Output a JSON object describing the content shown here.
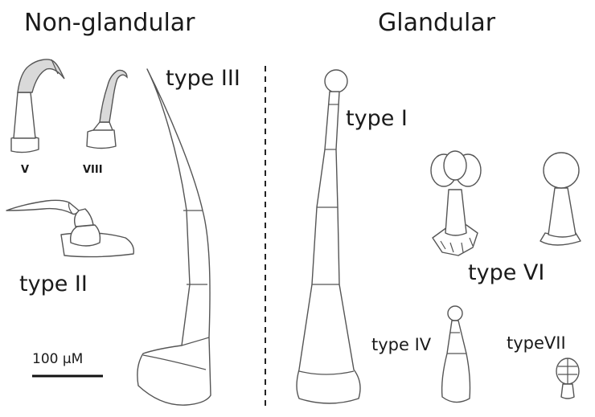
{
  "headings": {
    "left": "Non-glandular",
    "right": "Glandular"
  },
  "labels": {
    "type_v": "V",
    "type_viii": "VIII",
    "type_ii": "type II",
    "type_iii": "type III",
    "type_i": "type I",
    "type_vi": "type VI",
    "type_iv": "type IV",
    "type_vii": "typeVII"
  },
  "scale_bar": {
    "label": "100 µM"
  },
  "colors": {
    "outline": "#555555",
    "shaded_cell": "#d9d9d9",
    "text": "#1a1a1a",
    "divider": "#222222"
  }
}
